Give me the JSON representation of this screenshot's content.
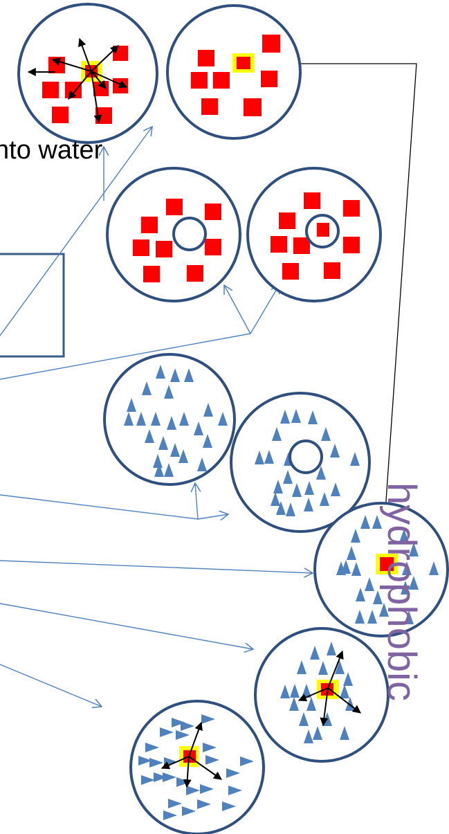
{
  "caption": "nto water",
  "rotated_label": "hydrophobic",
  "colors": {
    "circle_stroke": "#2F4F7F",
    "square_fill": "#FF0000",
    "highlight": "#FFFF00",
    "triangle_fill": "#4F81BD",
    "connector": "#4F81BD",
    "black_arrow": "#000000",
    "label": "#8064A2"
  },
  "icons": [
    "solvent-cell-circle",
    "water-molecule-square",
    "oil-molecule-triangle",
    "solute-highlight-square",
    "cavity-ring",
    "force-arrow"
  ]
}
